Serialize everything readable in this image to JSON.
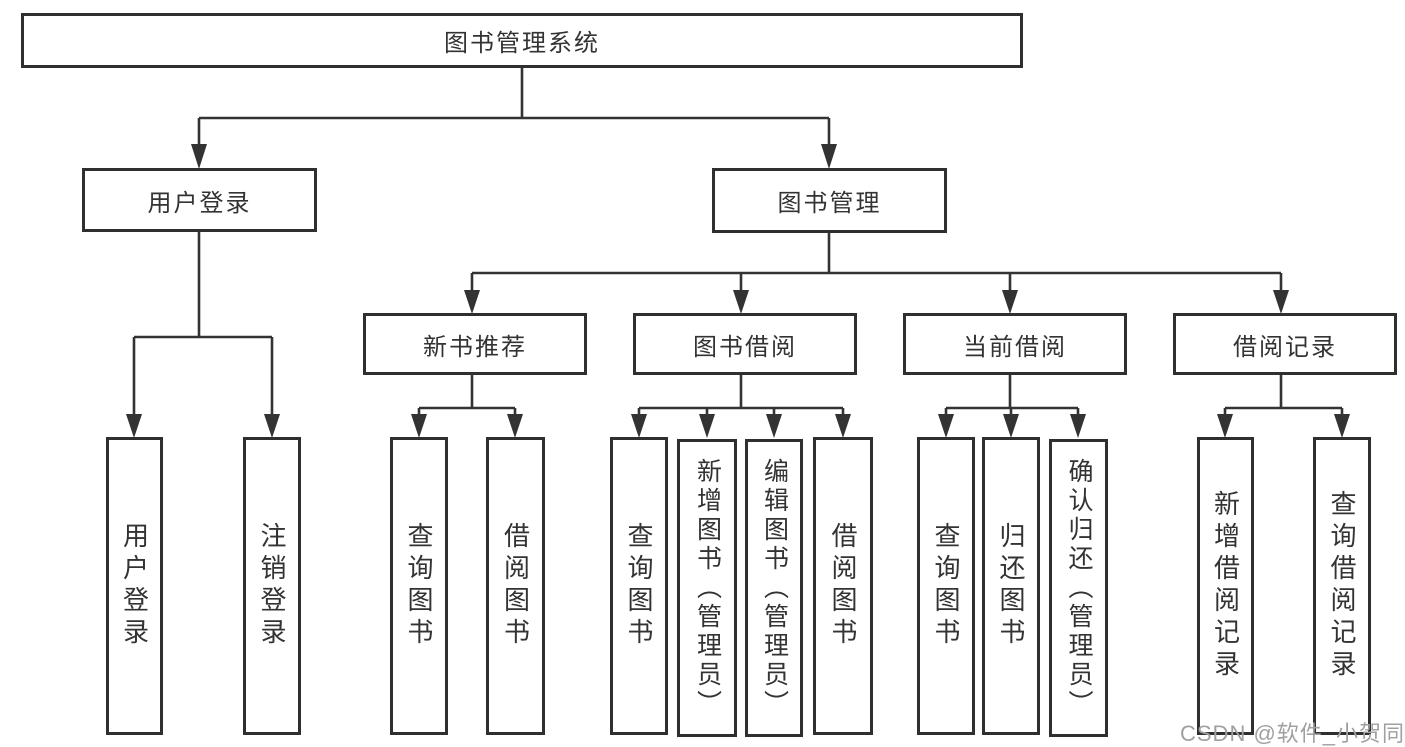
{
  "diagram": {
    "root": {
      "label": "图书管理系统"
    },
    "branches": [
      {
        "label": "用户登录",
        "children": [
          {
            "label": "用户登录"
          },
          {
            "label": "注销登录"
          }
        ]
      },
      {
        "label": "图书管理",
        "children": [
          {
            "label": "新书推荐",
            "children": [
              {
                "label": "查询图书"
              },
              {
                "label": "借阅图书"
              }
            ]
          },
          {
            "label": "图书借阅",
            "children": [
              {
                "label": "查询图书"
              },
              {
                "label": "新增图书（管理员）"
              },
              {
                "label": "编辑图书（管理员）"
              },
              {
                "label": "借阅图书"
              }
            ]
          },
          {
            "label": "当前借阅",
            "children": [
              {
                "label": "查询图书"
              },
              {
                "label": "归还图书"
              },
              {
                "label": "确认归还（管理员）"
              }
            ]
          },
          {
            "label": "借阅记录",
            "children": [
              {
                "label": "新增借阅记录"
              },
              {
                "label": "查询借阅记录"
              }
            ]
          }
        ]
      }
    ]
  },
  "watermark": {
    "text": "CSDN @软件_小贺同学"
  },
  "colors": {
    "line": "#333333",
    "box_border": "#2f2f2f",
    "box_background": "#ffffff",
    "watermark": "#a0a0a0"
  }
}
